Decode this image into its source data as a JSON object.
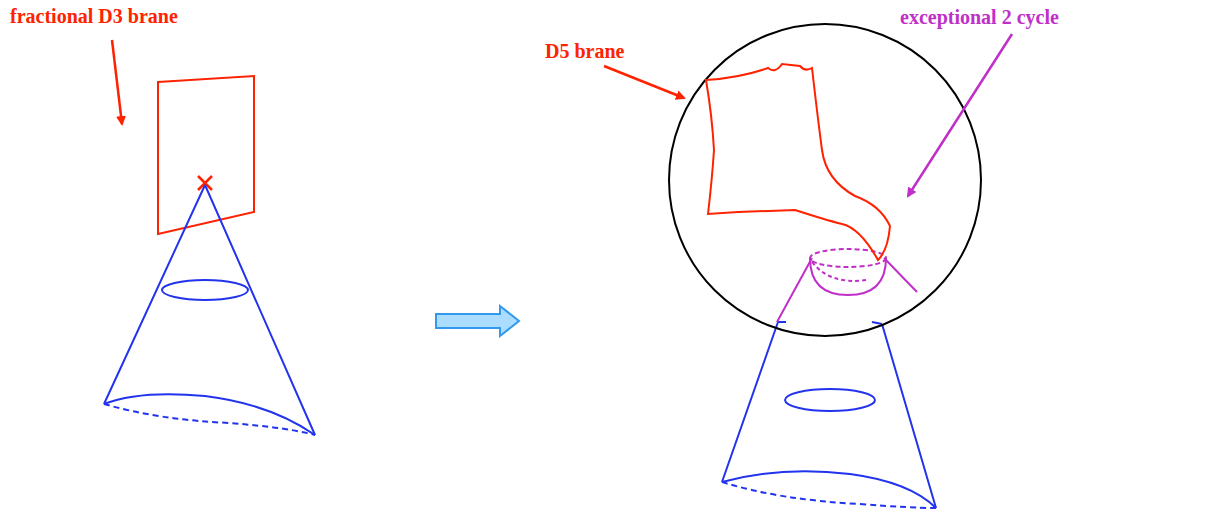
{
  "diagram": {
    "labels": [
      "fractional D3 brane",
      "D5 brane",
      "exceptional 2 cycle"
    ]
  }
}
